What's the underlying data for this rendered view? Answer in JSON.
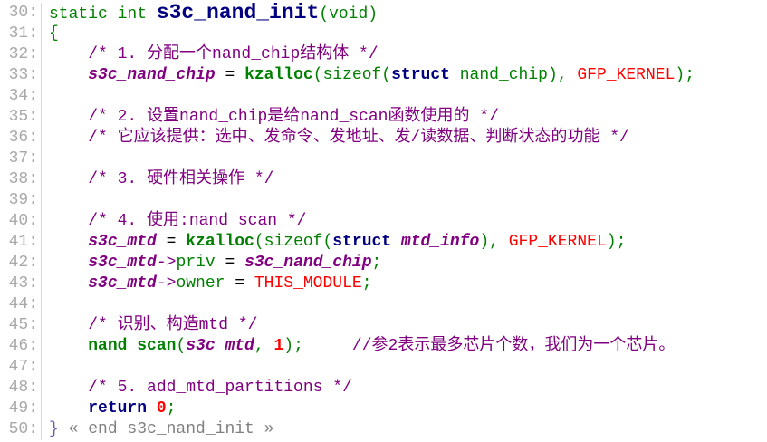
{
  "lines": [
    {
      "n": "30:",
      "tokens": [
        [
          "static int ",
          "kw"
        ],
        [
          "s3c_nand_init",
          "fn"
        ],
        [
          "(void)",
          "kw"
        ]
      ]
    },
    {
      "n": "31:",
      "tokens": [
        [
          "{",
          "kw"
        ]
      ]
    },
    {
      "n": "32:",
      "tokens": [
        [
          "    ",
          "pl"
        ],
        [
          "/* 1. 分配一个nand_chip结构体 */",
          "cm"
        ]
      ]
    },
    {
      "n": "33:",
      "tokens": [
        [
          "    ",
          "pl"
        ],
        [
          "s3c_nand_chip",
          "var"
        ],
        [
          " = ",
          "pl"
        ],
        [
          "kzalloc",
          "call"
        ],
        [
          "(sizeof(",
          "kw"
        ],
        [
          "struct",
          "st"
        ],
        [
          " nand_chip), ",
          "kw"
        ],
        [
          "GFP_KERNEL",
          "mac"
        ],
        [
          ");",
          "kw"
        ]
      ]
    },
    {
      "n": "34:",
      "tokens": []
    },
    {
      "n": "35:",
      "tokens": [
        [
          "    ",
          "pl"
        ],
        [
          "/* 2. 设置nand_chip是给nand_scan函数使用的 */",
          "cm"
        ]
      ]
    },
    {
      "n": "36:",
      "tokens": [
        [
          "    ",
          "pl"
        ],
        [
          "/* 它应该提供：选中、发命令、发地址、发/读数据、判断状态的功能 */",
          "cm"
        ]
      ]
    },
    {
      "n": "37:",
      "tokens": []
    },
    {
      "n": "38:",
      "tokens": [
        [
          "    ",
          "pl"
        ],
        [
          "/* 3. 硬件相关操作 */",
          "cm"
        ]
      ]
    },
    {
      "n": "39:",
      "tokens": []
    },
    {
      "n": "40:",
      "tokens": [
        [
          "    ",
          "pl"
        ],
        [
          "/* 4. 使用:nand_scan */",
          "cm"
        ]
      ]
    },
    {
      "n": "41:",
      "tokens": [
        [
          "    ",
          "pl"
        ],
        [
          "s3c_mtd",
          "var"
        ],
        [
          " = ",
          "pl"
        ],
        [
          "kzalloc",
          "call"
        ],
        [
          "(sizeof(",
          "kw"
        ],
        [
          "struct",
          "st"
        ],
        [
          " ",
          "kw"
        ],
        [
          "mtd_info",
          "var"
        ],
        [
          "), ",
          "kw"
        ],
        [
          "GFP_KERNEL",
          "mac"
        ],
        [
          ");",
          "kw"
        ]
      ]
    },
    {
      "n": "42:",
      "tokens": [
        [
          "    ",
          "pl"
        ],
        [
          "s3c_mtd",
          "var"
        ],
        [
          "->",
          "op"
        ],
        [
          "priv",
          "kw"
        ],
        [
          " = ",
          "pl"
        ],
        [
          "s3c_nand_chip",
          "var"
        ],
        [
          ";",
          "kw"
        ]
      ]
    },
    {
      "n": "43:",
      "tokens": [
        [
          "    ",
          "pl"
        ],
        [
          "s3c_mtd",
          "var"
        ],
        [
          "->",
          "op"
        ],
        [
          "owner",
          "kw"
        ],
        [
          " = ",
          "pl"
        ],
        [
          "THIS_MODULE",
          "mac"
        ],
        [
          ";",
          "kw"
        ]
      ]
    },
    {
      "n": "44:",
      "tokens": []
    },
    {
      "n": "45:",
      "tokens": [
        [
          "    ",
          "pl"
        ],
        [
          "/* 识别、构造mtd */",
          "cm"
        ]
      ]
    },
    {
      "n": "46:",
      "tokens": [
        [
          "    ",
          "pl"
        ],
        [
          "nand_scan",
          "call"
        ],
        [
          "(",
          "kw"
        ],
        [
          "s3c_mtd",
          "var"
        ],
        [
          ", ",
          "kw"
        ],
        [
          "1",
          "num"
        ],
        [
          ");     ",
          "kw"
        ],
        [
          "//参2表示最多芯片个数，我们为一个芯片。",
          "cm"
        ]
      ]
    },
    {
      "n": "47:",
      "tokens": []
    },
    {
      "n": "48:",
      "tokens": [
        [
          "    ",
          "pl"
        ],
        [
          "/* 5. add_mtd_partitions */",
          "cm"
        ]
      ]
    },
    {
      "n": "49:",
      "tokens": [
        [
          "    ",
          "pl"
        ],
        [
          "return",
          "st"
        ],
        [
          " ",
          "pl"
        ],
        [
          "0",
          "num"
        ],
        [
          ";",
          "kw"
        ]
      ]
    },
    {
      "n": "50:",
      "tokens": [
        [
          "}",
          "br"
        ],
        [
          " « end s3c_nand_init »",
          "fold"
        ]
      ]
    }
  ]
}
